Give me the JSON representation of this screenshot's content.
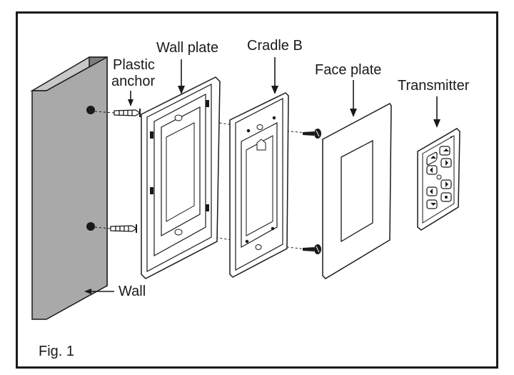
{
  "labels": {
    "wall_plate": "Wall plate",
    "cradle_b": "Cradle B",
    "plastic": "Plastic",
    "anchor": "anchor",
    "face_plate": "Face plate",
    "transmitter": "Transmitter",
    "wall": "Wall",
    "figure": "Fig. 1"
  },
  "colors": {
    "wall_face": "#a9a9a9",
    "wall_top": "#c8c8c8",
    "wall_side": "#7d7d7d",
    "line": "#1a1a1a"
  }
}
